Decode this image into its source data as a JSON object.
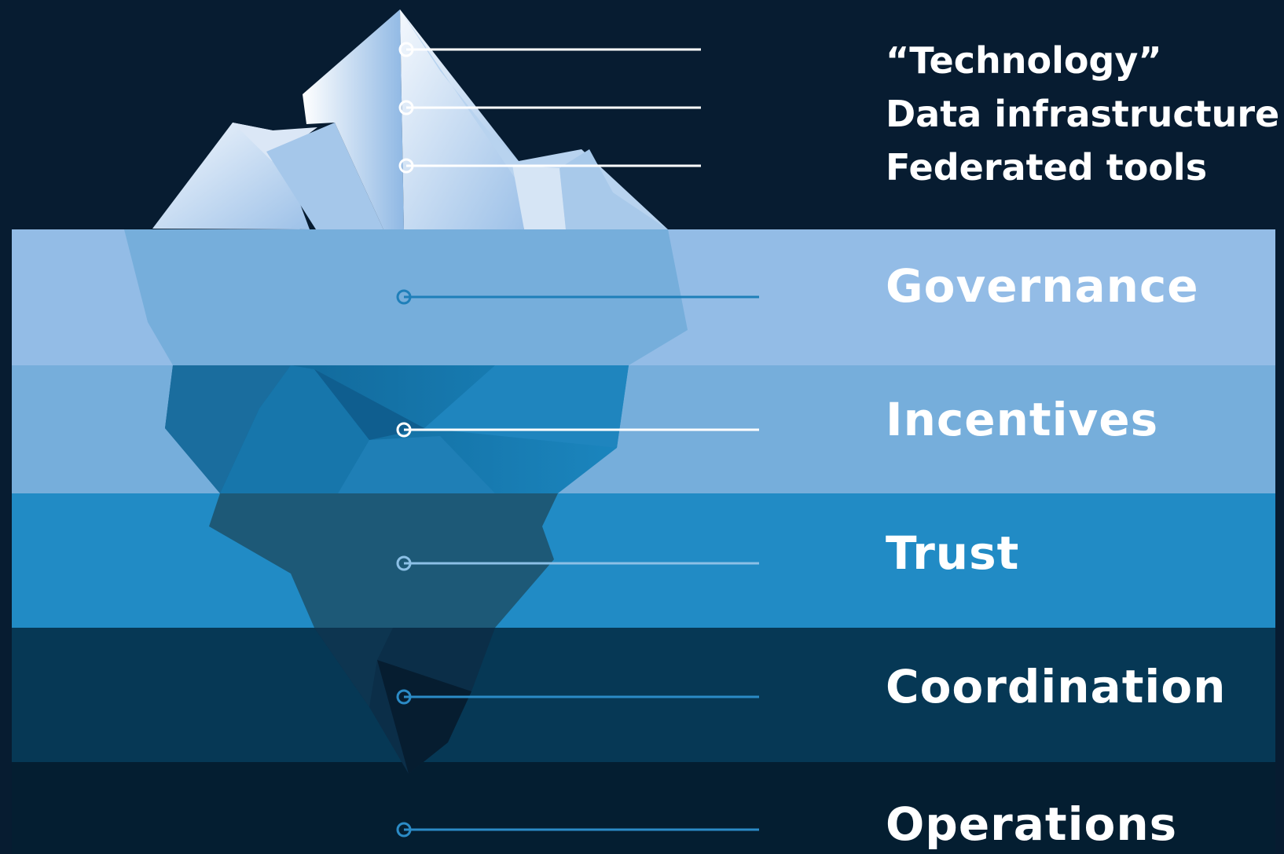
{
  "iceberg": {
    "above_water_labels": [
      "“Technology”",
      "Data infrastructure",
      "Federated tools"
    ],
    "layers": [
      {
        "label": "Governance",
        "color": "#93bce6"
      },
      {
        "label": "Incentives",
        "color": "#76aedb"
      },
      {
        "label": "Trust",
        "color": "#218bc5"
      },
      {
        "label": "Coordination",
        "color": "#063855"
      },
      {
        "label": "Operations",
        "color": "#041e31"
      }
    ],
    "colors": {
      "background": "#071c31",
      "line_white": "#ffffff",
      "line_blue": "#2b8bc6"
    }
  }
}
